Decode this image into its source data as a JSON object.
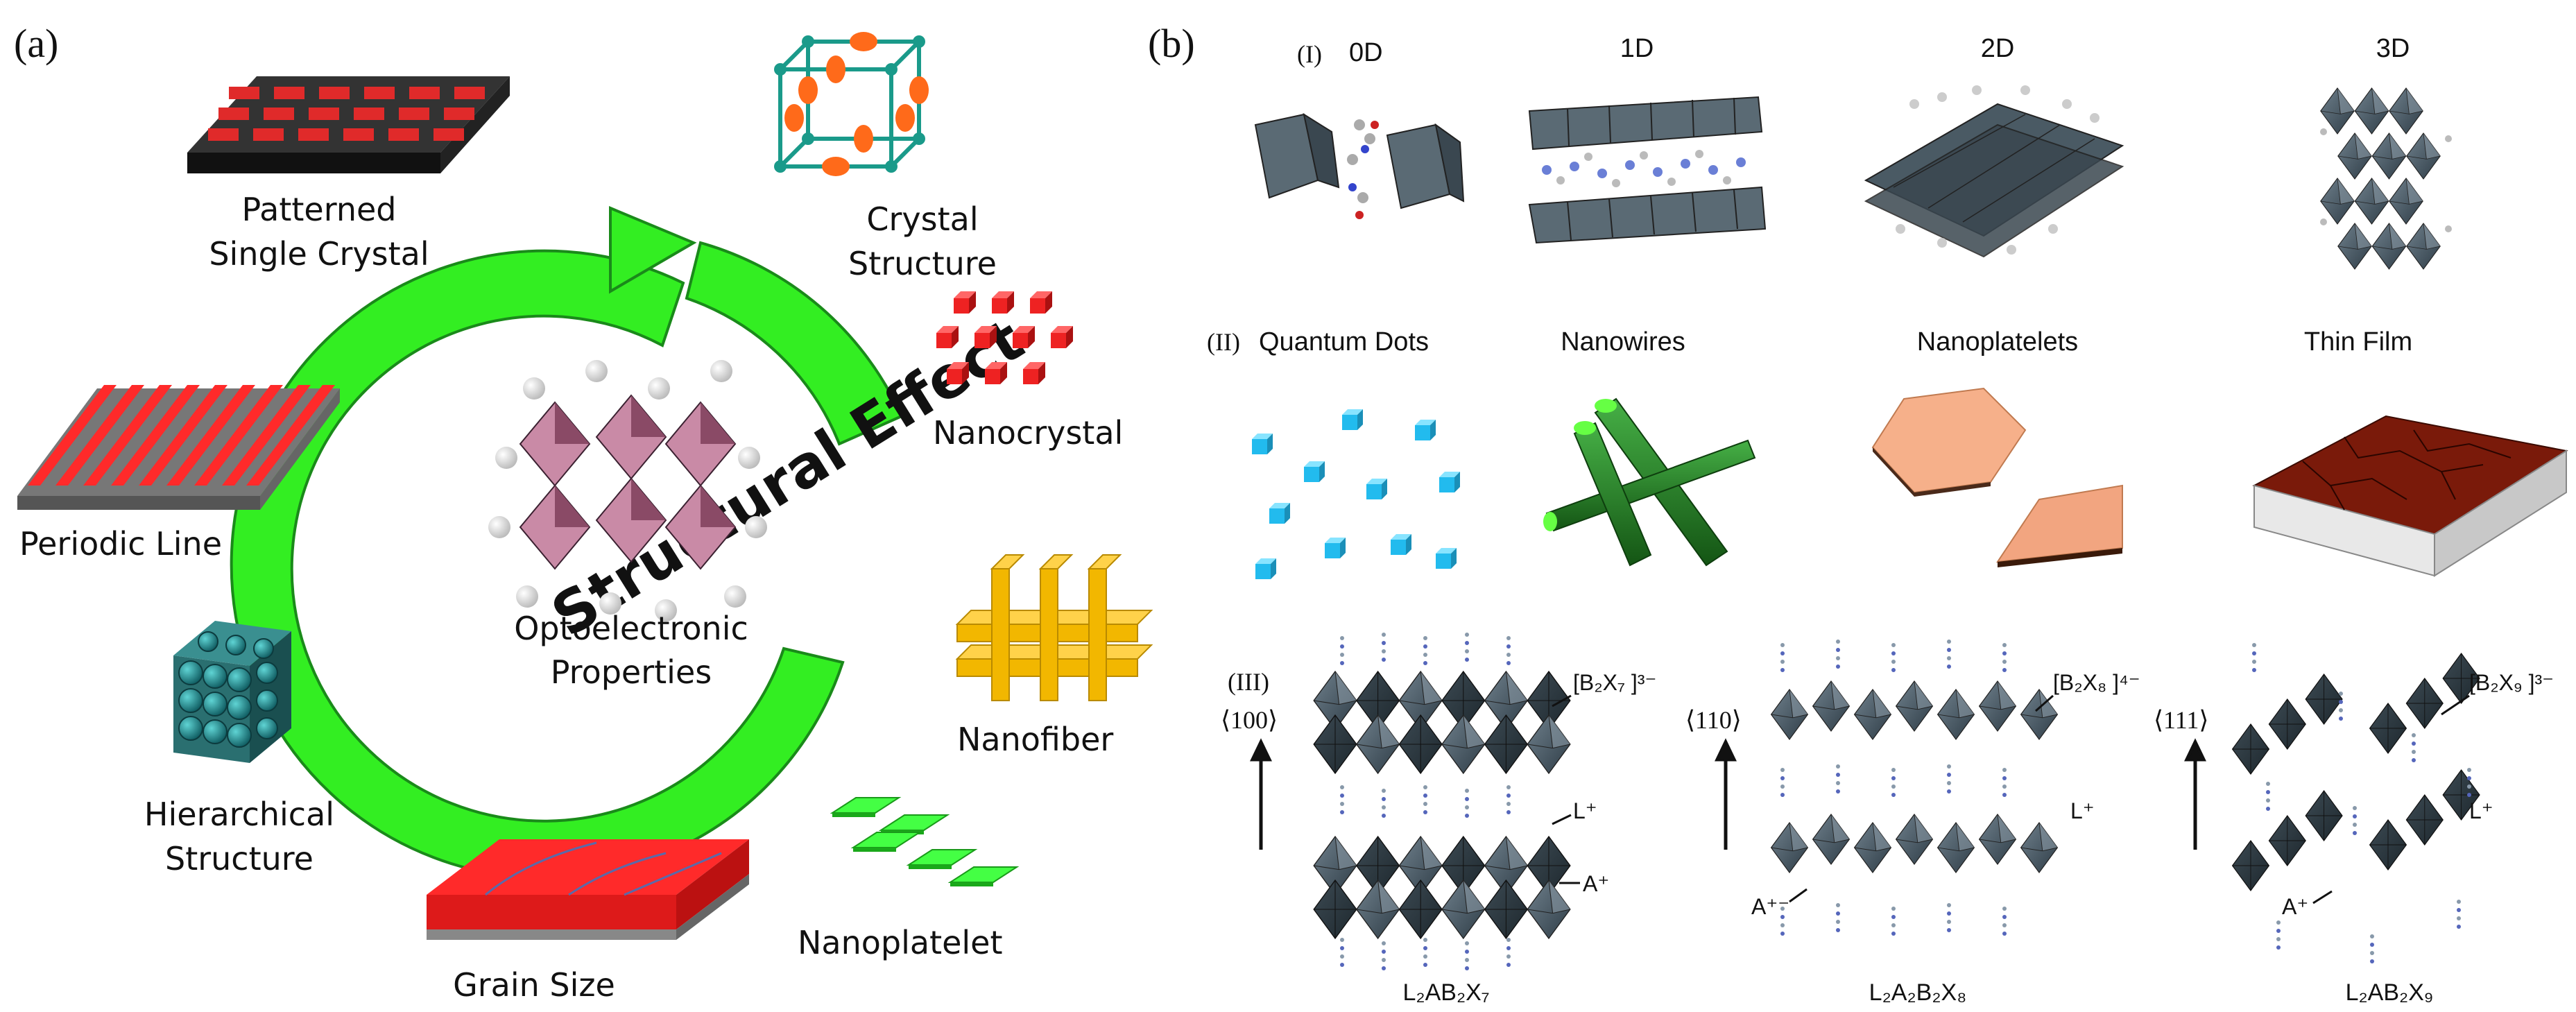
{
  "panel_a": {
    "tag": "(a)",
    "center_line1": "Optoelectronic",
    "center_line2": "Properties",
    "arc_text": "Structural  Effect",
    "items": {
      "patterned_1": "Patterned",
      "patterned_2": "Single Crystal",
      "crystal_1": "Crystal",
      "crystal_2": "Structure",
      "nanocrystal": "Nanocrystal",
      "periodic": "Periodic Line",
      "nanofiber": "Nanofiber",
      "hier_1": "Hierarchical",
      "hier_2": "Structure",
      "grain": "Grain Size",
      "nanoplatelet": "Nanoplatelet"
    }
  },
  "panel_b": {
    "tag": "(b)",
    "row1": {
      "roman": "(I)",
      "labels": [
        "0D",
        "1D",
        "2D",
        "3D"
      ]
    },
    "row2": {
      "roman": "(II)",
      "labels": [
        "Quantum Dots",
        "Nanowires",
        "Nanoplatelets",
        "Thin Film"
      ]
    },
    "row3": {
      "roman": "(III)",
      "orient": [
        "⟨100⟩",
        "⟨110⟩",
        "⟨111⟩"
      ],
      "formulas": [
        "L₂AB₂X₇",
        "L₂A₂B₂X₈",
        "L₂AB₂X₉"
      ],
      "units": [
        "[B₂X₇ ]³⁻",
        "[B₂X₈ ]⁴⁻",
        "[B₂X₉ ]³⁻"
      ],
      "cation_L": "L⁺",
      "cation_A": "A⁺",
      "cation_A2": "A⁺⁻"
    }
  },
  "colors": {
    "arrow_green": "#33ee22",
    "red": "#ee2222",
    "octa": "#4a5a66",
    "cyan": "#22bbee",
    "wire": "#227722",
    "plate": "#f2a580",
    "film": "#7a1a0a"
  }
}
